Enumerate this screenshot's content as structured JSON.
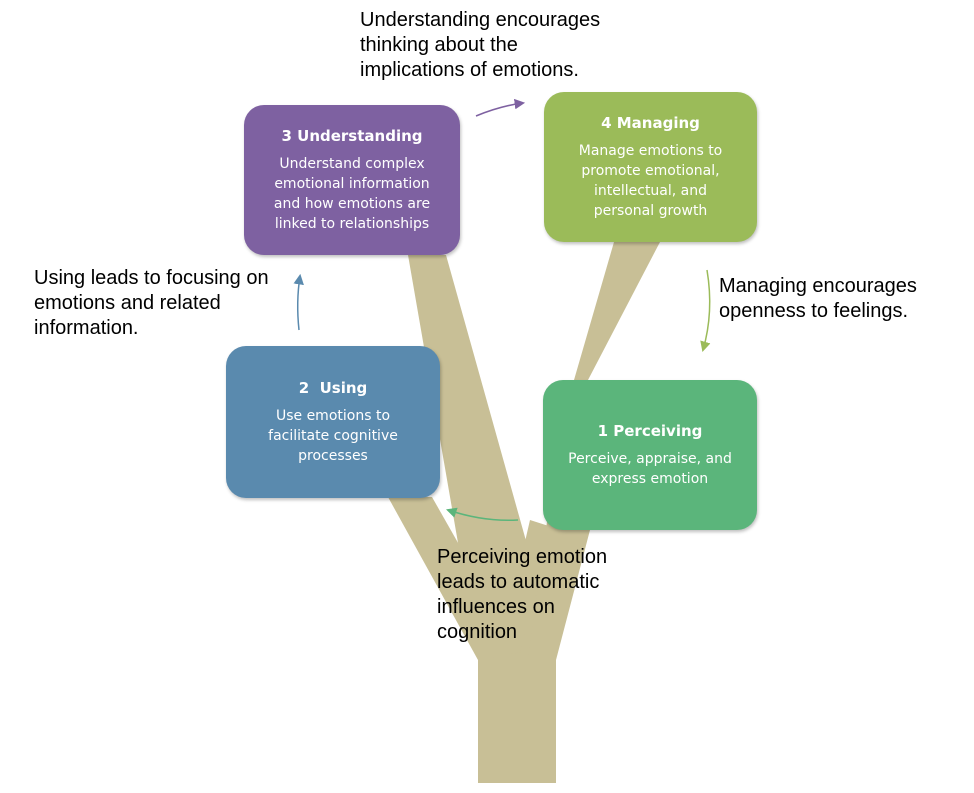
{
  "colors": {
    "trunk": "#c8bf96",
    "understanding": "#7e61a1",
    "managing": "#9bbb59",
    "using": "#5a8aae",
    "perceiving": "#5bb57b"
  },
  "boxes": {
    "understanding": {
      "title": "3 Understanding",
      "description": "Understand complex emotional information and how emotions are linked to relationships"
    },
    "managing": {
      "title": "4 Managing",
      "description": "Manage emotions to promote emotional, intellectual, and personal growth"
    },
    "using": {
      "title": "2  Using",
      "description": "Use emotions to facilitate cognitive processes"
    },
    "perceiving": {
      "title": "1 Perceiving",
      "description": "Perceive, appraise, and express emotion"
    }
  },
  "labels": {
    "understanding_to_managing": "Understanding encourages\nthinking about the\nimplications of emotions.",
    "using_to_understanding": "Using leads to focusing on\nemotions and related\ninformation.",
    "managing_to_perceiving": "Managing encourages\nopenness to feelings.",
    "perceiving_to_using": "Perceiving emotion\nleads to automatic\ninfluences on\ncognition"
  }
}
